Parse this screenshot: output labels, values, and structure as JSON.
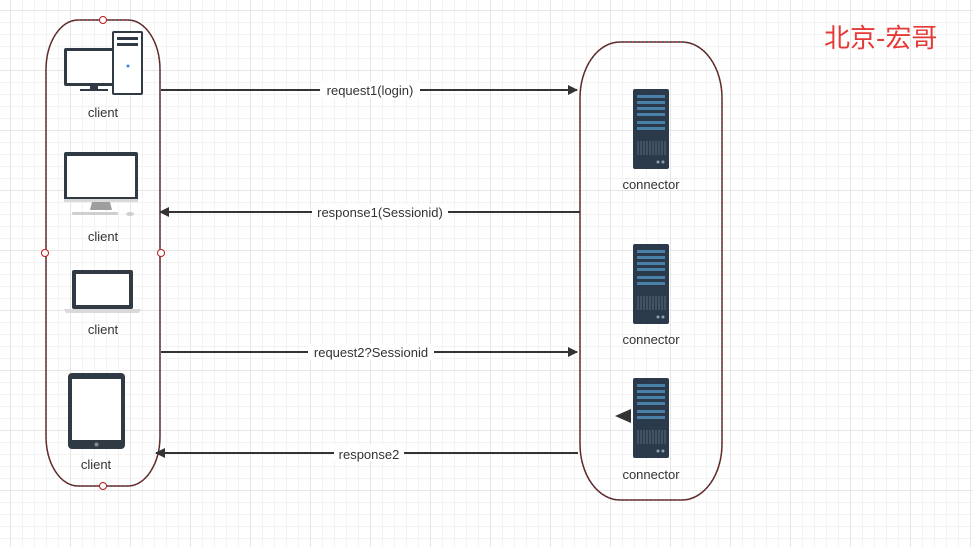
{
  "watermark": {
    "text": "北京-宏哥"
  },
  "clients": [
    {
      "label": "client",
      "icon": "desktop-tower-icon"
    },
    {
      "label": "client",
      "icon": "imac-icon"
    },
    {
      "label": "client",
      "icon": "laptop-icon"
    },
    {
      "label": "client",
      "icon": "tablet-icon"
    }
  ],
  "servers": [
    {
      "label": "connector",
      "icon": "server-rack-icon"
    },
    {
      "label": "connector",
      "icon": "server-rack-icon"
    },
    {
      "label": "connector",
      "icon": "server-rack-icon"
    }
  ],
  "arrows": [
    {
      "label": "request1(login)",
      "direction": "right"
    },
    {
      "label": "response1(Sessionid)",
      "direction": "left"
    },
    {
      "label": "request2?Sessionid",
      "direction": "right"
    },
    {
      "label": "response2",
      "direction": "left"
    }
  ],
  "colors": {
    "container_border": "#7a1f1f",
    "arrow": "#333333",
    "watermark": "#e53935",
    "server_body": "#2b3a4a",
    "server_slot": "#4a7fa8"
  }
}
